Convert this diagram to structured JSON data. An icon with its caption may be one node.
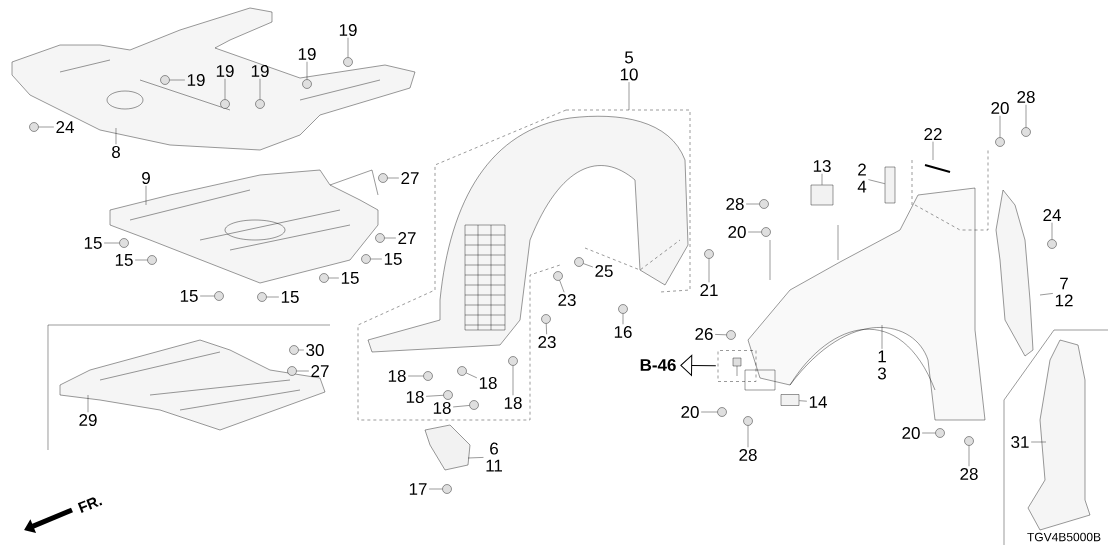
{
  "diagram": {
    "nodes": [
      {
        "text": [
          "19"
        ]
      },
      {
        "text": [
          "19"
        ]
      },
      {
        "text": [
          "19"
        ]
      },
      {
        "text": [
          "19"
        ]
      },
      {
        "text": [
          "19"
        ]
      },
      {
        "text": [
          "24"
        ]
      },
      {
        "text": [
          "8"
        ]
      },
      {
        "text": [
          "9"
        ]
      },
      {
        "text": [
          "27"
        ]
      },
      {
        "text": [
          "27"
        ]
      },
      {
        "text": [
          "15"
        ]
      },
      {
        "text": [
          "15"
        ]
      },
      {
        "text": [
          "15"
        ]
      },
      {
        "text": [
          "15"
        ]
      },
      {
        "text": [
          "15"
        ]
      },
      {
        "text": [
          "15"
        ]
      },
      {
        "text": [
          "5",
          "10"
        ]
      },
      {
        "text": [
          "28"
        ]
      },
      {
        "text": [
          "20"
        ]
      },
      {
        "text": [
          "22"
        ]
      },
      {
        "text": [
          "13"
        ]
      },
      {
        "text": [
          "2",
          "4"
        ]
      },
      {
        "text": [
          "28"
        ]
      },
      {
        "text": [
          "24"
        ]
      },
      {
        "text": [
          "20"
        ]
      },
      {
        "text": [
          "25"
        ]
      },
      {
        "text": [
          "21"
        ]
      },
      {
        "text": [
          "7",
          "12"
        ]
      },
      {
        "text": [
          "23"
        ]
      },
      {
        "text": [
          "16"
        ]
      },
      {
        "text": [
          "26"
        ]
      },
      {
        "text": [
          "23"
        ]
      },
      {
        "text": [
          "1",
          "3"
        ]
      },
      {
        "text": [
          "30"
        ]
      },
      {
        "text": [
          "27"
        ]
      },
      {
        "text": [
          "B-46"
        ]
      },
      {
        "text": [],
        "shape": "box"
      },
      {
        "text": [
          "18"
        ]
      },
      {
        "text": [
          "18"
        ]
      },
      {
        "text": [
          "18"
        ]
      },
      {
        "text": [
          "29"
        ]
      },
      {
        "text": [
          "18"
        ]
      },
      {
        "text": [
          "18"
        ]
      },
      {
        "text": [
          "14"
        ]
      },
      {
        "text": [
          "20"
        ]
      },
      {
        "text": [
          "20"
        ]
      },
      {
        "text": [
          "31"
        ]
      },
      {
        "text": [
          "6",
          "11"
        ]
      },
      {
        "text": [
          "28"
        ]
      },
      {
        "text": [
          "28"
        ]
      },
      {
        "text": [
          "17"
        ]
      },
      {
        "text": [],
        "shape": "circle"
      },
      {
        "text": [],
        "shape": "circle"
      },
      {
        "text": [],
        "shape": "circle"
      },
      {
        "text": [],
        "shape": "circle"
      },
      {
        "text": [],
        "shape": "circle"
      },
      {
        "text": [],
        "shape": "circle"
      },
      {
        "text": [],
        "shape": "circle"
      },
      {
        "text": [],
        "shape": "circle"
      },
      {
        "text": [],
        "shape": "circle"
      },
      {
        "text": [],
        "shape": "circle"
      },
      {
        "text": [],
        "shape": "circle"
      },
      {
        "text": [],
        "shape": "circle"
      },
      {
        "text": [],
        "shape": "circle"
      },
      {
        "text": [],
        "shape": "circle"
      },
      {
        "text": [],
        "shape": "circle"
      },
      {
        "text": [],
        "shape": "circle"
      },
      {
        "text": [],
        "shape": "circle"
      },
      {
        "text": [],
        "shape": "circle"
      },
      {
        "text": [],
        "shape": "circle"
      },
      {
        "text": [],
        "shape": "circle"
      },
      {
        "text": [],
        "shape": "circle"
      },
      {
        "text": [],
        "shape": "circle"
      },
      {
        "text": [],
        "shape": "circle"
      },
      {
        "text": [],
        "shape": "circle"
      },
      {
        "text": [],
        "shape": "circle"
      },
      {
        "text": [],
        "shape": "circle"
      },
      {
        "text": [],
        "shape": "circle"
      },
      {
        "text": [],
        "shape": "circle"
      },
      {
        "text": [],
        "shape": "circle"
      },
      {
        "text": [],
        "shape": "circle"
      },
      {
        "text": [],
        "shape": "circle"
      },
      {
        "text": [],
        "shape": "circle"
      },
      {
        "text": [],
        "shape": "box"
      },
      {
        "text": [],
        "shape": "box"
      },
      {
        "text": [],
        "shape": "box"
      },
      {
        "text": [],
        "shape": "circle"
      },
      {
        "text": [],
        "shape": "circle"
      },
      {
        "text": [],
        "shape": "circle"
      },
      {
        "text": [],
        "shape": "circle"
      },
      {
        "text": [],
        "shape": "circle"
      }
    ],
    "edges": [
      {
        "from": 0,
        "to": 63,
        "arrow": "none"
      },
      {
        "from": 1,
        "to": 61,
        "arrow": "none"
      },
      {
        "from": 2,
        "to": 56,
        "arrow": "none"
      },
      {
        "from": 3,
        "to": 57,
        "arrow": "none"
      },
      {
        "from": 4,
        "to": 54,
        "arrow": "none"
      },
      {
        "from": 5,
        "to": 51,
        "arrow": "none"
      },
      {
        "from": 6,
        "to": null,
        "arrow": "none"
      },
      {
        "from": 7,
        "to": null,
        "arrow": "none"
      },
      {
        "from": 8,
        "to": 66,
        "arrow": "none"
      },
      {
        "from": 9,
        "to": 65,
        "arrow": "none"
      },
      {
        "from": 10,
        "to": 52,
        "arrow": "none"
      },
      {
        "from": 11,
        "to": 53,
        "arrow": "none"
      },
      {
        "from": 12,
        "to": 64,
        "arrow": "none"
      },
      {
        "from": 13,
        "to": 62,
        "arrow": "none"
      },
      {
        "from": 14,
        "to": 55,
        "arrow": "none"
      },
      {
        "from": 15,
        "to": 58,
        "arrow": "none"
      },
      {
        "from": 16,
        "to": null,
        "arrow": "none"
      },
      {
        "from": 17,
        "to": 89,
        "arrow": "none"
      },
      {
        "from": 18,
        "to": 88,
        "arrow": "none"
      },
      {
        "from": 19,
        "to": null,
        "arrow": "none"
      },
      {
        "from": 20,
        "to": 84,
        "arrow": "none"
      },
      {
        "from": 21,
        "to": 85,
        "arrow": "none"
      },
      {
        "from": 22,
        "to": 81,
        "arrow": "none"
      },
      {
        "from": 23,
        "to": 90,
        "arrow": "none"
      },
      {
        "from": 24,
        "to": 82,
        "arrow": "none"
      },
      {
        "from": 25,
        "to": 75,
        "arrow": "none"
      },
      {
        "from": 26,
        "to": 77,
        "arrow": "none"
      },
      {
        "from": 27,
        "to": null,
        "arrow": "none"
      },
      {
        "from": 28,
        "to": 74,
        "arrow": "none"
      },
      {
        "from": 29,
        "to": 76,
        "arrow": "none"
      },
      {
        "from": 30,
        "to": 79,
        "arrow": "none"
      },
      {
        "from": 31,
        "to": 73,
        "arrow": "none"
      },
      {
        "from": 32,
        "to": null,
        "arrow": "none"
      },
      {
        "from": 33,
        "to": 60,
        "arrow": "none"
      },
      {
        "from": 34,
        "to": 59,
        "arrow": "none"
      },
      {
        "from": 37,
        "to": 67,
        "arrow": "none"
      },
      {
        "from": 38,
        "to": 70,
        "arrow": "none"
      },
      {
        "from": 39,
        "to": 69,
        "arrow": "none"
      },
      {
        "from": 40,
        "to": null,
        "arrow": "none"
      },
      {
        "from": 41,
        "to": 71,
        "arrow": "none"
      },
      {
        "from": 42,
        "to": 72,
        "arrow": "none"
      },
      {
        "from": 43,
        "to": 83,
        "arrow": "none"
      },
      {
        "from": 44,
        "to": 78,
        "arrow": "none"
      },
      {
        "from": 45,
        "to": 86,
        "arrow": "none"
      },
      {
        "from": 46,
        "to": null,
        "arrow": "none"
      },
      {
        "from": 47,
        "to": null,
        "arrow": "none"
      },
      {
        "from": 48,
        "to": 80,
        "arrow": "none"
      },
      {
        "from": 49,
        "to": 87,
        "arrow": "none"
      },
      {
        "from": 50,
        "to": 68,
        "arrow": "none"
      },
      {
        "from": 36,
        "to": 35,
        "arrow": "to"
      }
    ],
    "labels": [
      "FR.",
      "TGV4B5000B"
    ]
  }
}
